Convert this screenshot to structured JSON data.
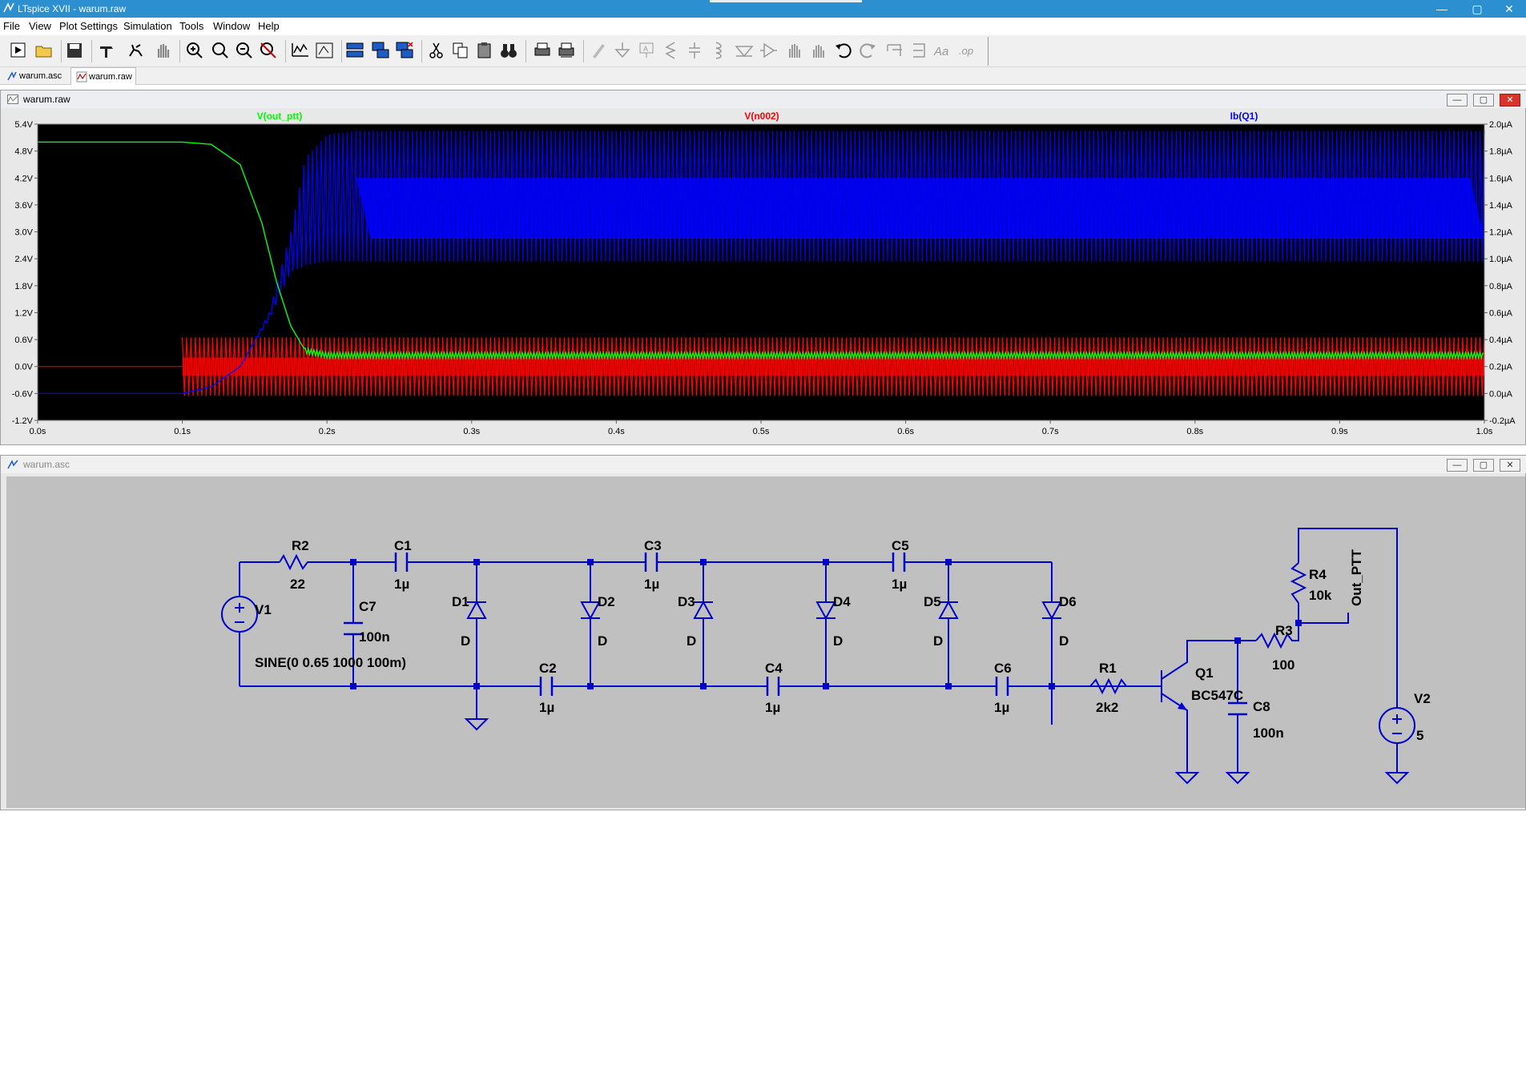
{
  "window": {
    "title": "LTspice XVII - warum.raw",
    "controls": [
      "—",
      "▢",
      "✕"
    ]
  },
  "menu": [
    "File",
    "View",
    "Plot Settings",
    "Simulation",
    "Tools",
    "Window",
    "Help"
  ],
  "tabs": [
    {
      "label": "warum.asc",
      "icon": "schematic-icon",
      "active": false
    },
    {
      "label": "warum.raw",
      "icon": "waveform-icon",
      "active": true
    }
  ],
  "waveform_pane": {
    "title": "warum.raw",
    "controls": [
      "—",
      "▢",
      "✕"
    ]
  },
  "schematic_pane": {
    "title": "warum.asc",
    "controls": [
      "—",
      "▢",
      "✕"
    ]
  },
  "colors": {
    "trace_out_ptt": "#00ff00",
    "trace_n002": "#ff0000",
    "trace_q1": "#0000ff",
    "plot_bg": "#000000",
    "wire": "#0000cc",
    "schematic_bg": "#c0c0c0"
  },
  "chart_data": {
    "type": "line",
    "x_label_unit": "s",
    "x_ticks": [
      "0.0s",
      "0.1s",
      "0.2s",
      "0.3s",
      "0.4s",
      "0.5s",
      "0.6s",
      "0.7s",
      "0.8s",
      "0.9s",
      "1.0s"
    ],
    "xlim": [
      0,
      1.0
    ],
    "y_left_ticks": [
      "5.4V",
      "4.8V",
      "4.2V",
      "3.6V",
      "3.0V",
      "2.4V",
      "1.8V",
      "1.2V",
      "0.6V",
      "0.0V",
      "-0.6V",
      "-1.2V"
    ],
    "ylim_left": [
      -1.2,
      5.4
    ],
    "y_right_ticks": [
      "2.0µA",
      "1.8µA",
      "1.6µA",
      "1.4µA",
      "1.2µA",
      "1.0µA",
      "0.8µA",
      "0.6µA",
      "0.4µA",
      "0.2µA",
      "0.0µA",
      "-0.2µA"
    ],
    "ylim_right": [
      -0.2,
      2.0
    ],
    "legend_placement": "top",
    "series": [
      {
        "name": "V(out_ptt)",
        "axis": "left",
        "color": "#00ff00",
        "x": [
          0,
          0.1,
          0.12,
          0.14,
          0.155,
          0.165,
          0.175,
          0.185,
          0.2,
          1.0
        ],
        "y": [
          5.0,
          5.0,
          4.95,
          4.5,
          3.2,
          1.9,
          0.9,
          0.35,
          0.25,
          0.25
        ],
        "ripple": 0.06
      },
      {
        "name": "V(n002)",
        "axis": "left",
        "color": "#ff0000",
        "x": [
          0,
          0.1,
          1.0
        ],
        "upper": [
          0.0,
          0.65,
          0.65
        ],
        "lower": [
          0.0,
          -0.65,
          -0.65
        ]
      },
      {
        "name": "Ib(Q1)",
        "axis": "right",
        "color": "#0000ff",
        "x": [
          0,
          0.1,
          0.12,
          0.14,
          0.16,
          0.175,
          0.185,
          0.2,
          0.22,
          1.0
        ],
        "upper": [
          0.0,
          0.0,
          0.05,
          0.2,
          0.6,
          1.2,
          1.75,
          1.92,
          1.95,
          1.95
        ],
        "lower": [
          0.0,
          0.0,
          0.05,
          0.2,
          0.55,
          0.9,
          0.95,
          0.98,
          0.98,
          0.98
        ]
      }
    ]
  },
  "schematic": {
    "components": {
      "V1": {
        "name": "V1",
        "value": "SINE(0 0.65 1000 100m)"
      },
      "R2": {
        "name": "R2",
        "value": "22"
      },
      "C7": {
        "name": "C7",
        "value": "100n"
      },
      "C1": {
        "name": "C1",
        "value": "1µ"
      },
      "C2": {
        "name": "C2",
        "value": "1µ"
      },
      "C3": {
        "name": "C3",
        "value": "1µ"
      },
      "C4": {
        "name": "C4",
        "value": "1µ"
      },
      "C5": {
        "name": "C5",
        "value": "1µ"
      },
      "C6": {
        "name": "C6",
        "value": "1µ"
      },
      "D1": {
        "name": "D1",
        "value": "D"
      },
      "D2": {
        "name": "D2",
        "value": "D"
      },
      "D3": {
        "name": "D3",
        "value": "D"
      },
      "D4": {
        "name": "D4",
        "value": "D"
      },
      "D5": {
        "name": "D5",
        "value": "D"
      },
      "D6": {
        "name": "D6",
        "value": "D"
      },
      "R1": {
        "name": "R1",
        "value": "2k2"
      },
      "Q1": {
        "name": "Q1",
        "value": "BC547C"
      },
      "C8": {
        "name": "C8",
        "value": "100n"
      },
      "R3": {
        "name": "R3",
        "value": "100"
      },
      "R4": {
        "name": "R4",
        "value": "10k"
      },
      "V2": {
        "name": "V2",
        "value": "5"
      }
    },
    "net_label": "Out_PTT"
  }
}
